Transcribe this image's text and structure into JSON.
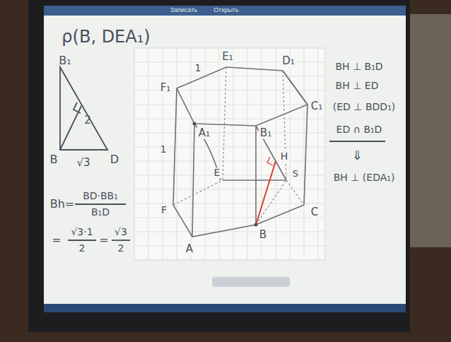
{
  "diagram": {
    "title": "ρ(B, DEA₁)",
    "labels": [
      "Записать",
      "Открыть",
      "B₁",
      "2",
      "B",
      "√3",
      "D",
      "Bh=",
      "BD·BB₁",
      "B₁D",
      "=",
      "√3·1",
      "2",
      "=",
      "√3",
      "2",
      "E₁",
      "D₁",
      "F₁",
      "1",
      "C₁",
      "A₁",
      "B₁",
      "1",
      "H",
      "S",
      "E",
      "F",
      "A",
      "B",
      "C",
      "BH ⊥ B₁D",
      "BH ⊥ ED",
      "(ED ⊥ BDD₁)",
      "ED ∩ B₁D",
      "⇓",
      "BH ⊥ (EDA₁)"
    ]
  }
}
